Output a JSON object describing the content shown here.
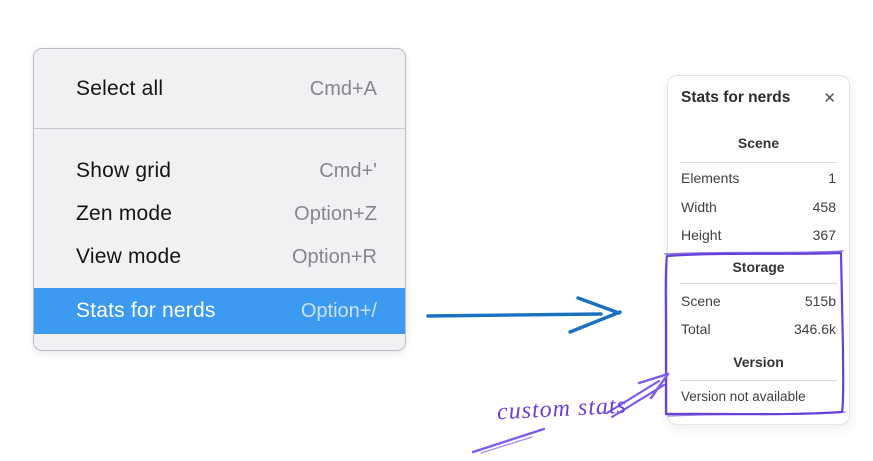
{
  "menu": {
    "items": [
      {
        "label": "Select all",
        "shortcut": "Cmd+A"
      },
      {
        "label": "Show grid",
        "shortcut": "Cmd+'"
      },
      {
        "label": "Zen mode",
        "shortcut": "Option+Z"
      },
      {
        "label": "View mode",
        "shortcut": "Option+R"
      },
      {
        "label": "Stats for nerds",
        "shortcut": "Option+/",
        "highlighted": true
      }
    ],
    "highlight_color": "#3d9af1"
  },
  "stats_panel": {
    "title": "Stats for nerds",
    "close_glyph": "✕",
    "sections": [
      {
        "header": "Scene",
        "rows": [
          {
            "label": "Elements",
            "value": "1"
          },
          {
            "label": "Width",
            "value": "458"
          },
          {
            "label": "Height",
            "value": "367"
          }
        ]
      },
      {
        "header": "Storage",
        "rows": [
          {
            "label": "Scene",
            "value": "515b"
          },
          {
            "label": "Total",
            "value": "346.6k"
          }
        ]
      },
      {
        "header": "Version",
        "note": "Version not available"
      }
    ]
  },
  "annotation": {
    "label": "custom stats",
    "color": "#6741d9"
  },
  "flow_arrow_color": "#1971c2"
}
